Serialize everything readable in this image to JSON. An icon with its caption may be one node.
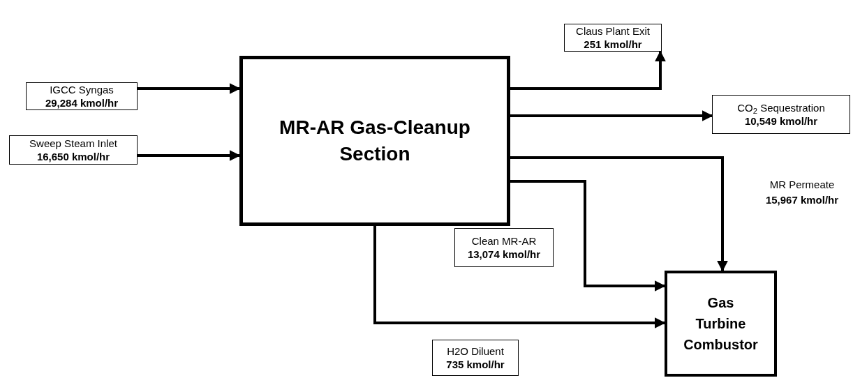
{
  "diagram": {
    "nodes": [
      {
        "text": [
          "IGCC Syngas",
          "29,284 kmol/hr"
        ]
      },
      {
        "text": [
          "Sweep Steam Inlet",
          "16,650 kmol/hr"
        ]
      },
      {
        "text": [
          "MR-AR Gas-Cleanup Section"
        ]
      },
      {
        "text": [
          "Claus Plant Exit",
          "251 kmol/hr"
        ]
      },
      {
        "text": [
          "CO$_{2}$ Sequestration",
          "10,549 kmol/hr"
        ]
      },
      {
        "text": [
          "Clean MR-AR",
          "13,074 kmol/hr"
        ]
      },
      {
        "text": [
          "H2O Diluent",
          "735 kmol/hr"
        ]
      },
      {
        "text": [
          "Gas Turbine Combustor"
        ]
      }
    ],
    "edges": [
      {
        "from": 0,
        "to": 2,
        "arrow": "to"
      },
      {
        "from": 1,
        "to": 2,
        "arrow": "to"
      },
      {
        "from": 2,
        "to": 3,
        "arrow": "to"
      },
      {
        "from": 2,
        "to": 4,
        "arrow": "to"
      },
      {
        "from": 2,
        "to": 7,
        "arrow": "to",
        "label": "MR Permeate **15,967 kmol/hr**"
      },
      {
        "from": 2,
        "to": 7,
        "arrow": "to"
      },
      {
        "from": 2,
        "to": 7,
        "arrow": "to"
      }
    ]
  }
}
